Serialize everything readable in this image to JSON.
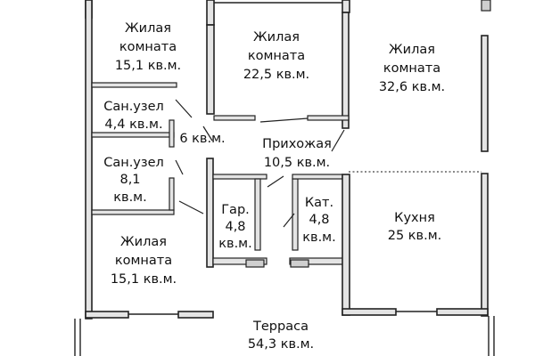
{
  "rooms": {
    "living_top_left": {
      "name": "Жилая",
      "name2": "комната",
      "area": "15,1 кв.м."
    },
    "living_top_center": {
      "name": "Жилая",
      "name2": "комната",
      "area": "22,5 кв.м."
    },
    "living_top_right": {
      "name": "Жилая",
      "name2": "комната",
      "area": "32,6 кв.м."
    },
    "bathroom_1": {
      "name": "Сан.узел",
      "area": "4,4 кв.м."
    },
    "hall_small": {
      "area": "6 кв.м."
    },
    "bathroom_2": {
      "name": "Сан.узел",
      "area_value": "8,1",
      "area_unit": "кв.м."
    },
    "hallway": {
      "name": "Прихожая",
      "area": "10,5 кв.м."
    },
    "wardrobe": {
      "name": "Гар.",
      "area_value": "4,8",
      "area_unit": "кв.м."
    },
    "boiler": {
      "name": "Кат.",
      "area_value": "4,8",
      "area_unit": "кв.м."
    },
    "kitchen": {
      "name": "Кухня",
      "area": "25 кв.м."
    },
    "living_bottom_left": {
      "name": "Жилая",
      "name2": "комната",
      "area": "15,1 кв.м."
    },
    "terrace": {
      "name": "Терраса",
      "area": "54,3 кв.м."
    }
  }
}
